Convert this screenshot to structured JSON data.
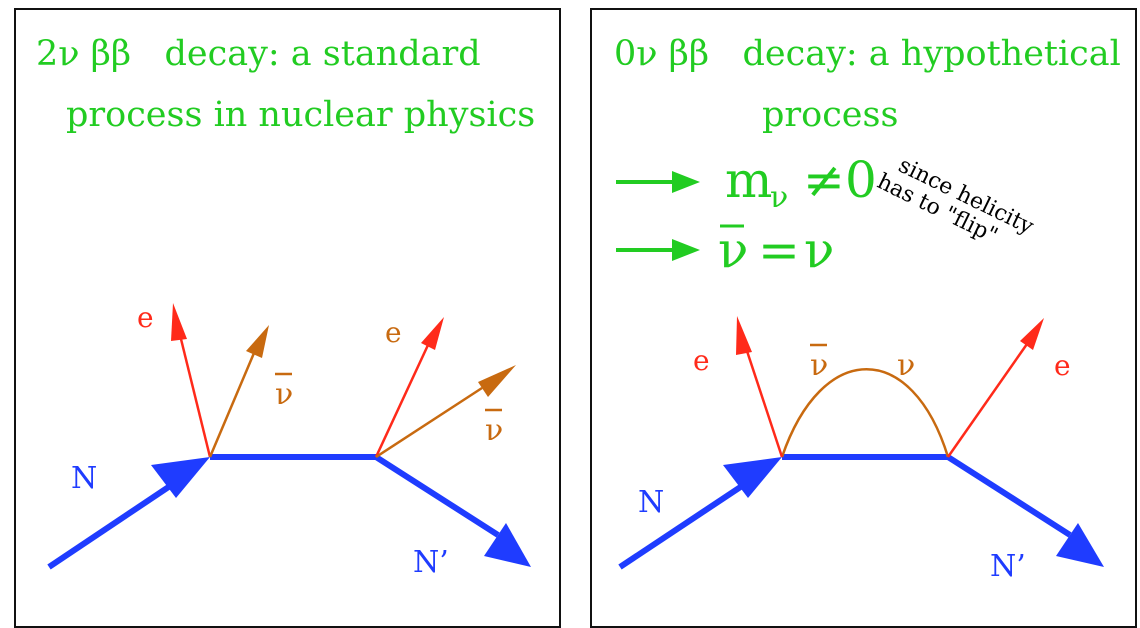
{
  "colors": {
    "title": "#22cc22",
    "nucleon": "#1f3cff",
    "electron": "#ff2a1a",
    "neutrino": "#c86a10",
    "note": "#000000",
    "border": "#111111"
  },
  "left_panel": {
    "title_prefix": "2ν ββ",
    "title_rest": "decay: a standard",
    "title_line2": "process in nuclear physics",
    "labels": {
      "electron_1": "e",
      "antineutrino_1": "ν",
      "electron_2": "e",
      "antineutrino_2": "ν",
      "nucleus_in": "N",
      "nucleus_out": "N’"
    }
  },
  "right_panel": {
    "title_prefix": "0ν ββ",
    "title_rest": "decay: a hypothetical",
    "title_line2": "process",
    "implication_1": {
      "m": "m",
      "sub": "ν",
      "neq": "≠",
      "zero": "0"
    },
    "implication_2": {
      "antinu": "ν",
      "eq": "=",
      "nu": "ν"
    },
    "note_line1": "since helicity",
    "note_line2": "has to \"flip\"",
    "labels": {
      "electron_1": "e",
      "antineutrino": "ν",
      "neutrino": "ν",
      "electron_2": "e",
      "nucleus_in": "N",
      "nucleus_out": "N’"
    }
  }
}
